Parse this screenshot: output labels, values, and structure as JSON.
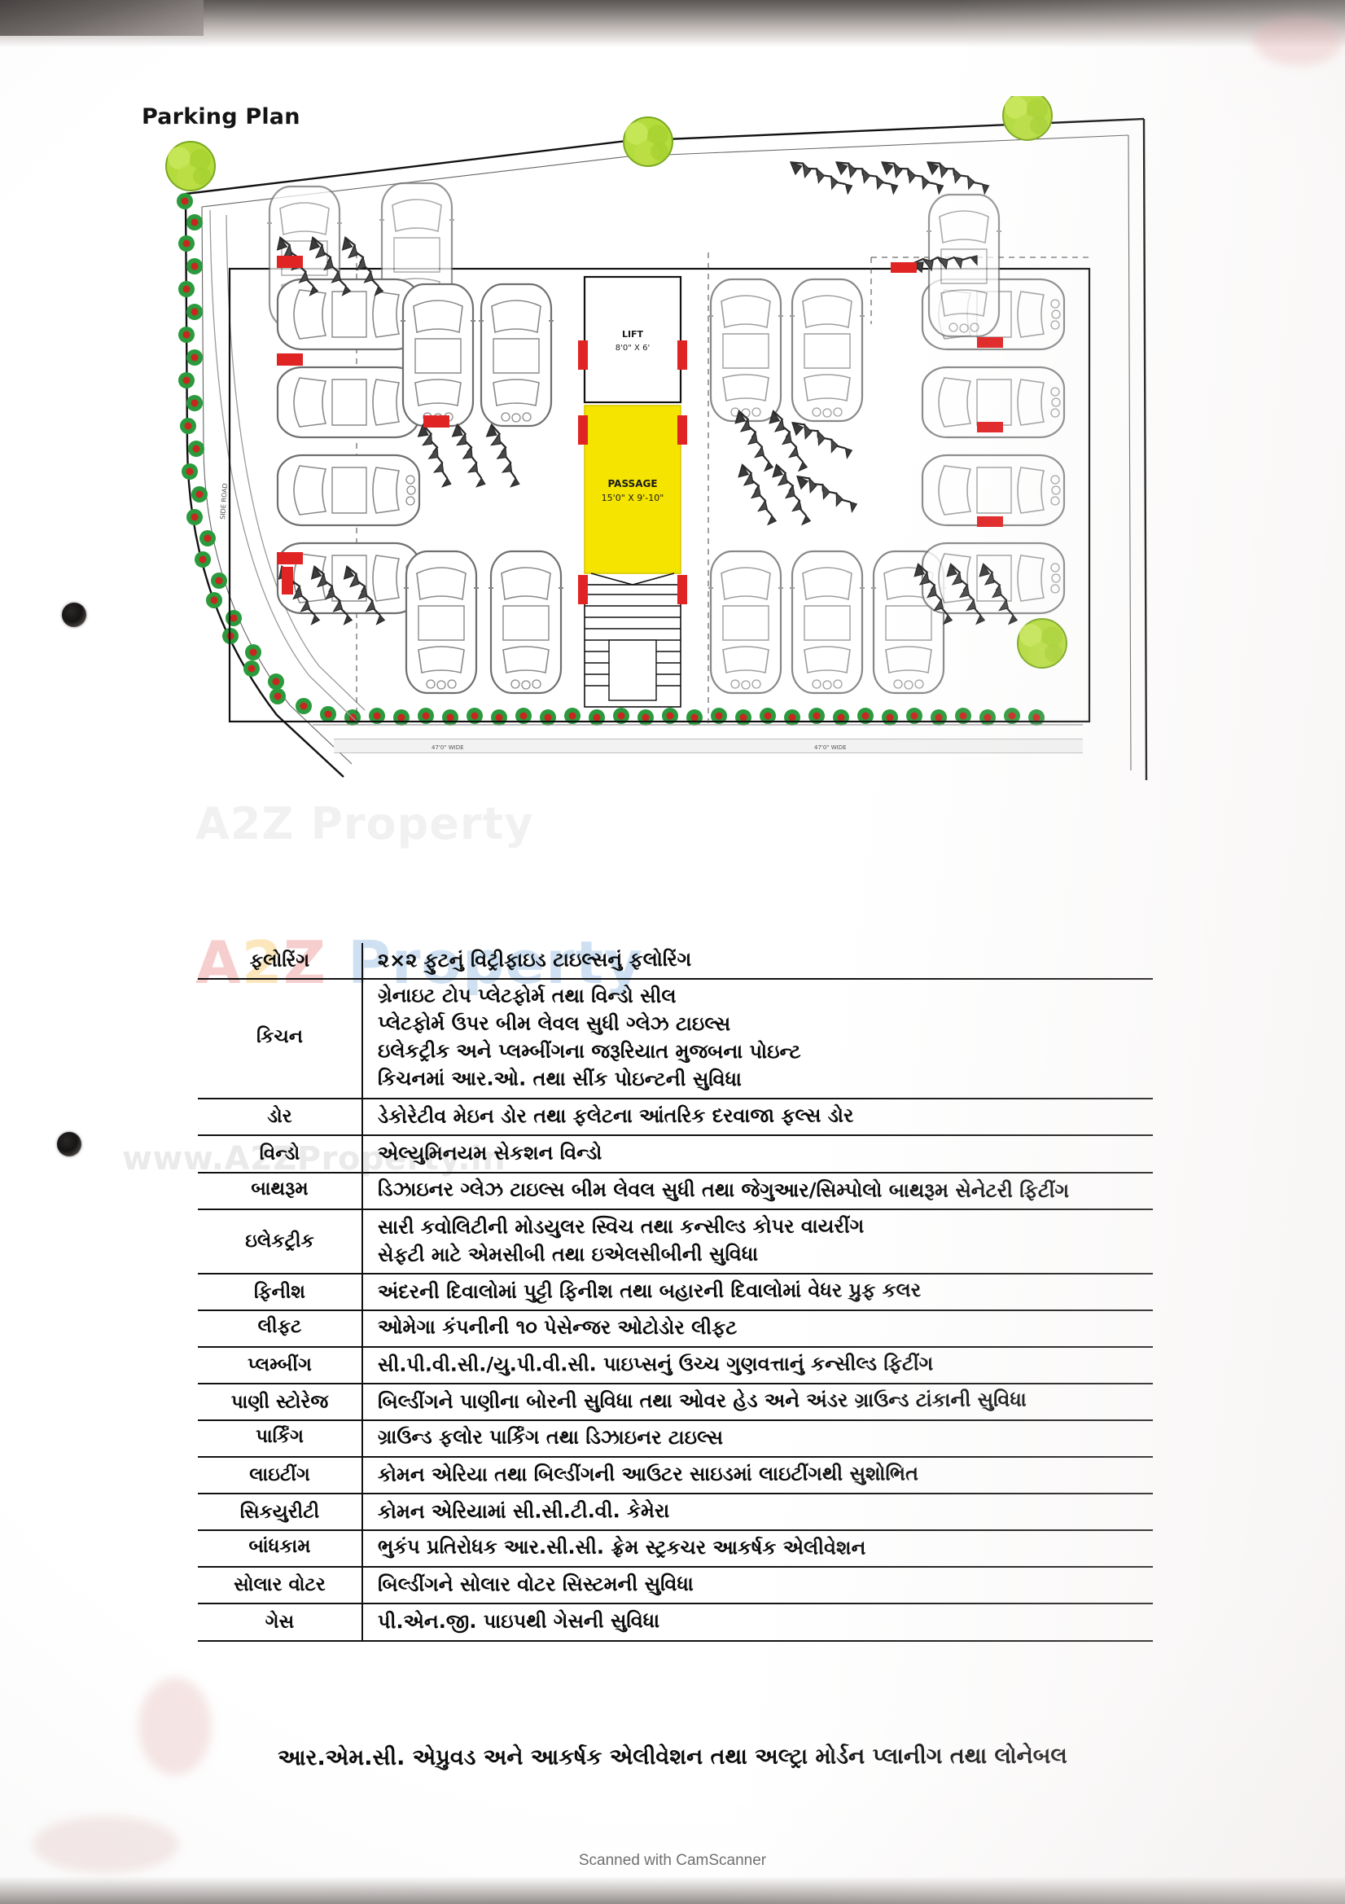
{
  "document": {
    "plan_title": "Parking Plan",
    "scanner_note": "Scanned with CamScanner",
    "footer_note": "આર.એમ.સી. એપ્રુવડ અને આકર્ષક એલીવેશન તથા અલ્ટ્રા મોર્ડન પ્લાનીગ તથા લોનેબલ"
  },
  "watermark": {
    "logo_a": "A",
    "logo_2": "2",
    "logo_z": "Z",
    "logo_word": "Property",
    "url": "www.A2ZProperty.in",
    "mid": "A2Z Property"
  },
  "drawing": {
    "passage_label": "PASSAGE",
    "passage_size": "15'0\" X 9'-10\"",
    "lift_label": "LIFT",
    "lift_size": "8'0\" X 6'",
    "road_label_left": "SIDE ROAD",
    "road_label_bottom_left": "47'0\" WIDE",
    "road_label_bottom_right": "47'0\" WIDE",
    "colors": {
      "passage_fill": "#f5e400",
      "marker_red": "#e02424",
      "tree_green": "#9ccf3a",
      "hedge_green": "#27963a",
      "hedge_red": "#c2221d",
      "line": "#111111"
    }
  },
  "spec_table": {
    "rows": [
      {
        "label": "ફલોરિંગ",
        "lines": [
          "૨×૨ ફુટનું વિટ્રીફાઇડ ટાઇલ્સનું ફલોરિંગ"
        ]
      },
      {
        "label": "કિચન",
        "lines": [
          "ગ્રેનાઇટ ટોપ પ્લેટફોર્મ તથા વિન્ડો સીલ",
          "પ્લેટફોર્મ ઉપર બીમ લેવલ સુધી ગ્લેઝ ટાઇલ્સ",
          "ઇલેકટ્રીક અને પ્લમ્બીંગના જરૂરિયાત મુજબના પોઇન્ટ",
          "કિચનમાં આર.ઓ. તથા સીંક પોઇન્ટની સુવિધા"
        ]
      },
      {
        "label": "ડોર",
        "lines": [
          "ડેકોરેટીવ મેઇન ડોર તથા ફલેટના આંતરિક દરવાજા ફલ્સ ડોર"
        ]
      },
      {
        "label": "વિન્ડો",
        "lines": [
          "એલ્યુમિનયમ સેકશન વિન્ડો"
        ]
      },
      {
        "label": "બાથરૂમ",
        "lines": [
          "ડિઝાઇનર ગ્લેઝ ટાઇલ્સ બીમ લેવલ સુધી તથા જેગુઆર/સિમ્પોલો બાથરૂમ સેનેટરી ફિટીંગ"
        ]
      },
      {
        "label": "ઇલેકટ્રીક",
        "lines": [
          "સારી કવોલિટીની મોડયુલર સ્વિચ તથા કન્સીલ્ડ કોપર વાયરીંગ",
          "સેફટી માટે એમસીબી તથા ઇએલસીબીની સુવિધા"
        ]
      },
      {
        "label": "ફિનીશ",
        "lines": [
          "અંદરની દિવાલોમાં પુટ્ટી ફિનીશ તથા બહારની દિવાલોમાં વેધર પ્રુફ કલર"
        ]
      },
      {
        "label": "લીફટ",
        "lines": [
          "ઓમેગા કંપનીની ૧૦ પેસેન્જર ઓટોડોર લીફટ"
        ]
      },
      {
        "label": "પ્લમ્બીંગ",
        "lines": [
          "સી.પી.વી.સી./યુ.પી.વી.સી. પાઇપ્સનું ઉચ્ચ ગુણવત્તાનું કન્સીલ્ડ ફિટીંગ"
        ]
      },
      {
        "label": "પાણી સ્ટોરેજ",
        "lines": [
          "બિલ્ડીંગને પાણીના બોરની સુવિધા તથા ઓવર હેડ અને અંડર ગ્રાઉન્ડ ટાંકાની સુવિધા"
        ]
      },
      {
        "label": "પાર્કિંગ",
        "lines": [
          "ગ્રાઉન્ડ ફલોર પાર્કિંગ તથા ડિઝાઇનર ટાઇલ્સ"
        ]
      },
      {
        "label": "લાઇટીંગ",
        "lines": [
          "કોમન એરિયા તથા બિલ્ડીંગની આઉટર સાઇડમાં લાઇટીંગથી સુશોભિત"
        ]
      },
      {
        "label": "સિકયુરીટી",
        "lines": [
          "કોમન એરિયામાં સી.સી.ટી.વી. કેમેરા"
        ]
      },
      {
        "label": "બાંધકામ",
        "lines": [
          "ભુકંપ પ્રતિરોધક આર.સી.સી. ફ્રેમ સ્ટ્રકચર આકર્ષક એલીવેશન"
        ]
      },
      {
        "label": "સોલાર વોટર",
        "lines": [
          "બિલ્ડીંગને સોલાર વોટર સિસ્ટમની સુવિધા"
        ]
      },
      {
        "label": "ગેસ",
        "lines": [
          "પી.એન.જી. પાઇપથી ગેસની સુવિધા"
        ]
      }
    ]
  }
}
